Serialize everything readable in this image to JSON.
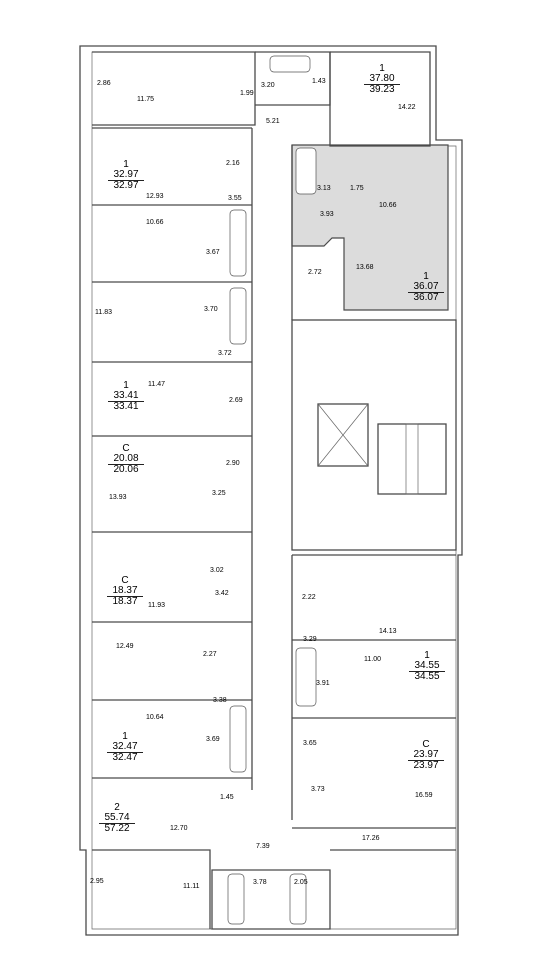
{
  "room_areas": [
    "2.86",
    "11.75",
    "3.20",
    "1.99",
    "1.43",
    "14.22",
    "5.21",
    "2.16",
    "12.93",
    "3.55",
    "10.66",
    "3.67",
    "11.83",
    "3.70",
    "3.72",
    "11.47",
    "2.69",
    "2.90",
    "13.93",
    "3.25",
    "3.02",
    "3.42",
    "11.93",
    "12.49",
    "2.27",
    "3.38",
    "10.64",
    "3.69",
    "1.45",
    "12.70",
    "7.39",
    "17.26",
    "2.95",
    "11.11",
    "3.78",
    "2.05",
    "3.13",
    "1.75",
    "10.66",
    "3.93",
    "2.72",
    "13.68",
    "2.22",
    "14.13",
    "3.29",
    "11.00",
    "3.91",
    "3.65",
    "3.73",
    "16.59"
  ],
  "apartments": [
    {
      "type": "1",
      "living": "37.80",
      "total": "39.23"
    },
    {
      "type": "1",
      "living": "32.97",
      "total": "32.97"
    },
    {
      "type": "1",
      "living": "36.07",
      "total": "36.07"
    },
    {
      "type": "1",
      "living": "33.41",
      "total": "33.41"
    },
    {
      "type": "С",
      "living": "20.08",
      "total": "20.06"
    },
    {
      "type": "С",
      "living": "18.37",
      "total": "18.37"
    },
    {
      "type": "1",
      "living": "34.55",
      "total": "34.55"
    },
    {
      "type": "1",
      "living": "32.47",
      "total": "32.47"
    },
    {
      "type": "С",
      "living": "23.97",
      "total": "23.97"
    },
    {
      "type": "2",
      "living": "55.74",
      "total": "57.22"
    }
  ],
  "colors": {
    "highlight": "#dcdcdc",
    "walls": "#4a4a4a"
  }
}
